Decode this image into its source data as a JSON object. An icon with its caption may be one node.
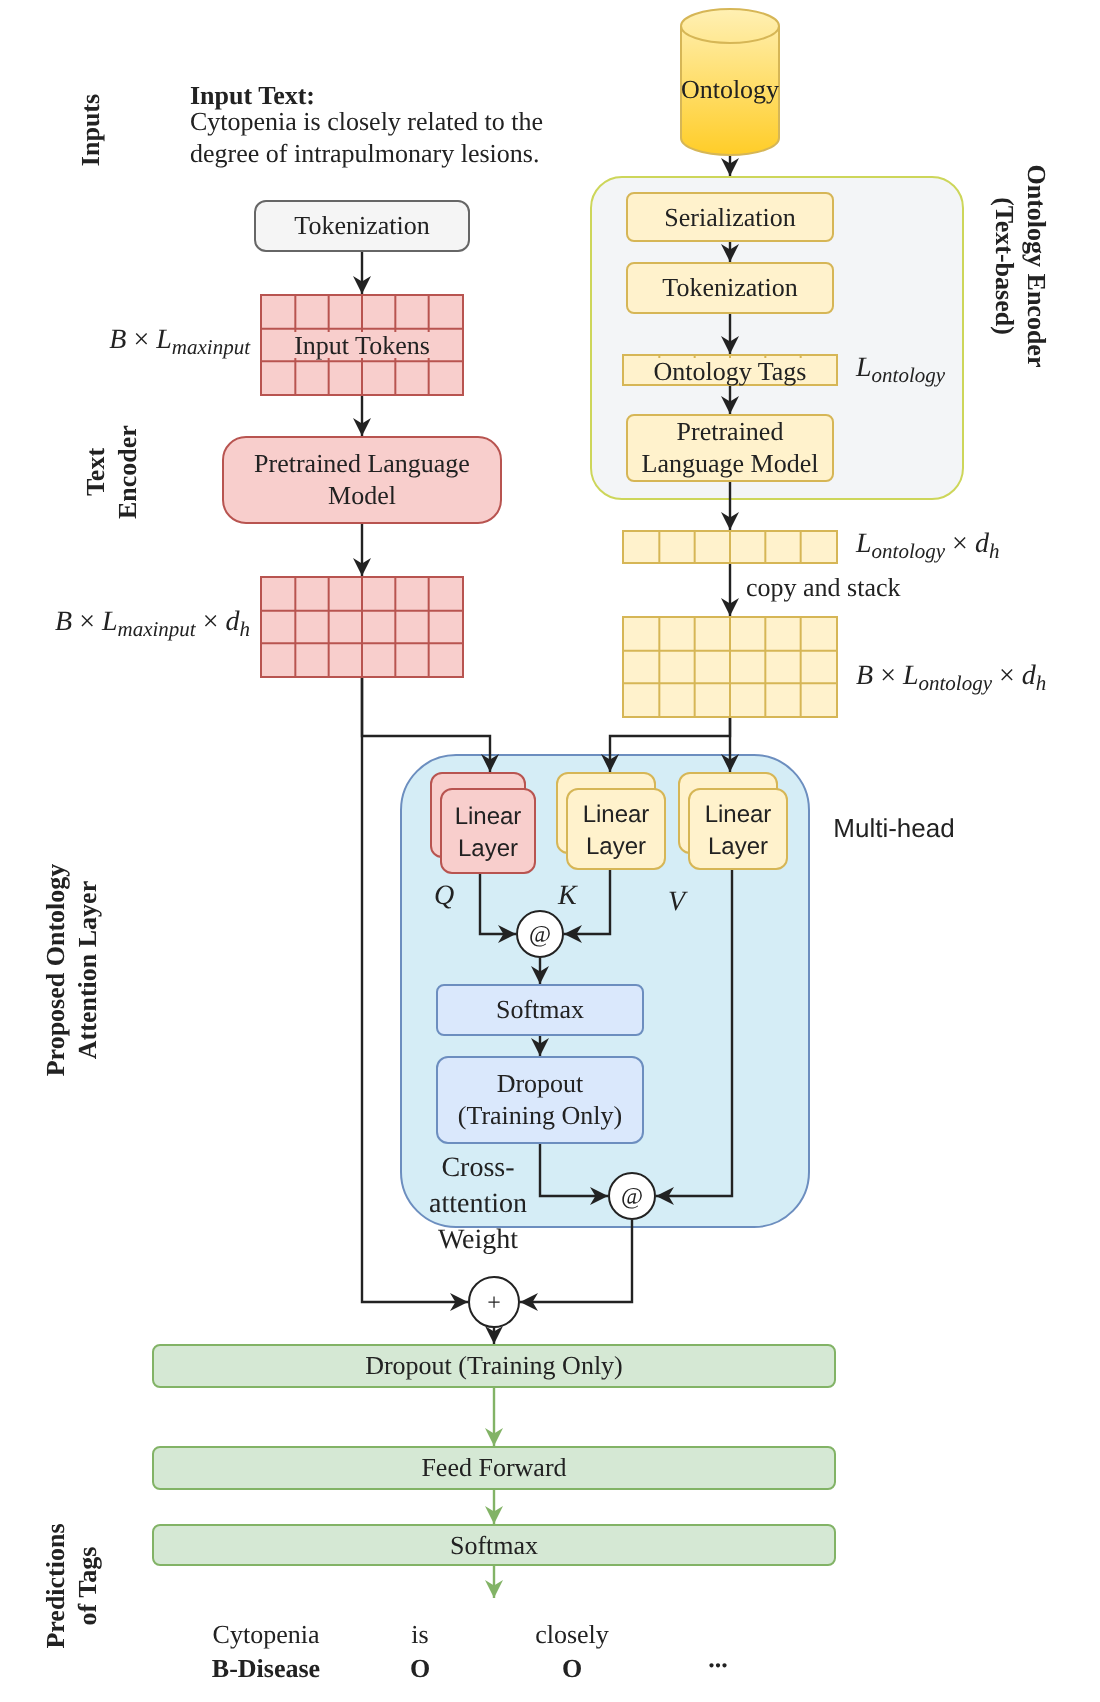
{
  "diagram": {
    "nodes": [
      {
        "text": [
          "Tokenization"
        ]
      },
      {
        "text": [
          "Input Tokens"
        ],
        "beside": [
          "*B* × *L*$_{maxinput}$"
        ]
      },
      {
        "text": [
          "Pretrained Language Model"
        ]
      },
      {
        "text": [],
        "shape": "grid",
        "beside": [
          "*B* × *L*$_{maxinput}$ × *d*$_{h}$"
        ]
      },
      {
        "text": [
          "Ontology"
        ]
      },
      {
        "text": [
          "Ontology Encoder (Text-based)"
        ]
      },
      {
        "text": [
          "Serialization"
        ],
        "in": 5
      },
      {
        "text": [
          "Tokenization"
        ],
        "in": 5
      },
      {
        "text": [
          "Ontology Tags"
        ],
        "in": 5,
        "beside": [
          "*L*$_{ontology}$"
        ]
      },
      {
        "text": [
          "Pretrained Language Model"
        ],
        "in": 5
      },
      {
        "text": [],
        "shape": "grid",
        "beside": [
          "*L*$_{ontology}$ × *d*$_{h}$"
        ]
      },
      {
        "text": [],
        "shape": "grid",
        "beside": [
          "*B* × *L*$_{ontology}$ × *d*$_{h}$"
        ]
      },
      {
        "text": [
          "Multi-head"
        ]
      },
      {
        "text": [
          "Linear Layer"
        ],
        "in": 12,
        "beside": [
          "*Q*"
        ]
      },
      {
        "text": [
          "Linear Layer"
        ],
        "in": 12,
        "beside": [
          "*K*"
        ]
      },
      {
        "text": [
          "Linear Layer"
        ],
        "in": 12,
        "beside": [
          "*V*"
        ]
      },
      {
        "text": [
          "@"
        ],
        "in": 12
      },
      {
        "text": [
          "Softmax"
        ],
        "in": 12
      },
      {
        "text": [
          "Dropout (Training Only)"
        ],
        "in": 12,
        "beside": [
          "Cross-attention Weight"
        ]
      },
      {
        "text": [
          "@"
        ],
        "in": 12
      },
      {
        "text": [
          "+"
        ]
      },
      {
        "text": [
          "Dropout (Training Only)"
        ]
      },
      {
        "text": [
          "Feed Forward"
        ]
      },
      {
        "text": [
          "Softmax"
        ]
      }
    ],
    "edges": [
      {
        "from": 0,
        "to": 1,
        "arrow": "to"
      },
      {
        "from": 1,
        "to": 2,
        "arrow": "to"
      },
      {
        "from": 2,
        "to": 3,
        "arrow": "to"
      },
      {
        "from": 4,
        "to": 5,
        "arrow": "to"
      },
      {
        "from": 6,
        "to": 7,
        "arrow": "to"
      },
      {
        "from": 7,
        "to": 8,
        "arrow": "to"
      },
      {
        "from": 8,
        "to": 9,
        "arrow": "to"
      },
      {
        "from": 9,
        "to": 10,
        "arrow": "to"
      },
      {
        "from": 10,
        "to": 11,
        "arrow": "to",
        "label": "copy and stack"
      },
      {
        "from": 3,
        "to": 13,
        "arrow": "to"
      },
      {
        "from": 11,
        "to": 14,
        "arrow": "to"
      },
      {
        "from": 11,
        "to": 15,
        "arrow": "to"
      },
      {
        "from": 13,
        "to": 16,
        "arrow": "to"
      },
      {
        "from": 14,
        "to": 16,
        "arrow": "to"
      },
      {
        "from": 16,
        "to": 17,
        "arrow": "to"
      },
      {
        "from": 17,
        "to": 18,
        "arrow": "to"
      },
      {
        "from": 18,
        "to": 19,
        "arrow": "to"
      },
      {
        "from": 15,
        "to": 19,
        "arrow": "to"
      },
      {
        "from": 3,
        "to": 20,
        "arrow": "to"
      },
      {
        "from": 19,
        "to": 20,
        "arrow": "to"
      },
      {
        "from": 20,
        "to": 21,
        "arrow": "to"
      },
      {
        "from": 21,
        "to": 22,
        "arrow": "to",
        "color": "#82b366"
      },
      {
        "from": 22,
        "to": 23,
        "arrow": "to",
        "color": "#82b366"
      },
      {
        "from": 23,
        "to": null,
        "arrow": "to",
        "color": "#82b366"
      }
    ],
    "labels": [
      "Inputs",
      "Input Text:",
      "Cytopenia is closely related to the degree of intrapulmonary lesions.",
      "Text Encoder",
      "Proposed Ontology Attention Layer",
      "Predictions of Tags",
      "Cytopenia",
      "is",
      "closely",
      "B-Disease",
      "O",
      "O",
      "..."
    ]
  }
}
